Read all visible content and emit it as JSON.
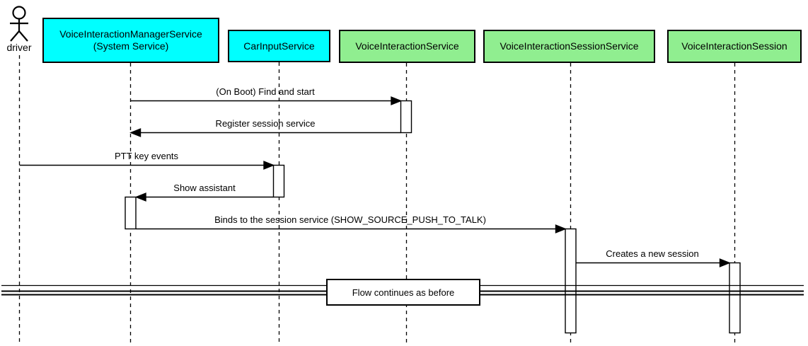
{
  "actor": {
    "name": "driver"
  },
  "participants": [
    {
      "name": "VoiceInteractionManagerService (System Service)",
      "line1": "VoiceInteractionManagerService",
      "line2": "(System Service)",
      "fill": "#00FFFF"
    },
    {
      "name": "CarInputService",
      "label": "CarInputService",
      "fill": "#00FFFF"
    },
    {
      "name": "VoiceInteractionService",
      "label": "VoiceInteractionService",
      "fill": "#90EE90"
    },
    {
      "name": "VoiceInteractionSessionService",
      "label": "VoiceInteractionSessionService",
      "fill": "#90EE90"
    },
    {
      "name": "VoiceInteractionSession",
      "label": "VoiceInteractionSession",
      "fill": "#90EE90"
    }
  ],
  "messages": [
    {
      "label": "(On Boot) Find and start",
      "from": "VoiceInteractionManagerService",
      "to": "VoiceInteractionService",
      "direction": "right"
    },
    {
      "label": "Register session service",
      "from": "VoiceInteractionService",
      "to": "VoiceInteractionManagerService",
      "direction": "left"
    },
    {
      "label": "PTT key events",
      "from": "driver",
      "to": "CarInputService",
      "direction": "right"
    },
    {
      "label": "Show assistant",
      "from": "CarInputService",
      "to": "VoiceInteractionManagerService",
      "direction": "left"
    },
    {
      "label": "Binds to the session service (SHOW_SOURCE_PUSH_TO_TALK)",
      "from": "VoiceInteractionManagerService",
      "to": "VoiceInteractionSessionService",
      "direction": "right"
    },
    {
      "label": "Creates a new session",
      "from": "VoiceInteractionSessionService",
      "to": "VoiceInteractionSession",
      "direction": "right"
    }
  ],
  "divider": {
    "label": "Flow continues as before"
  },
  "colors": {
    "participant_cyan": "#00FFFF",
    "participant_green": "#90EE90",
    "line": "#000000",
    "activation_fill": "#FFFFFF",
    "background": "#FFFFFF"
  }
}
